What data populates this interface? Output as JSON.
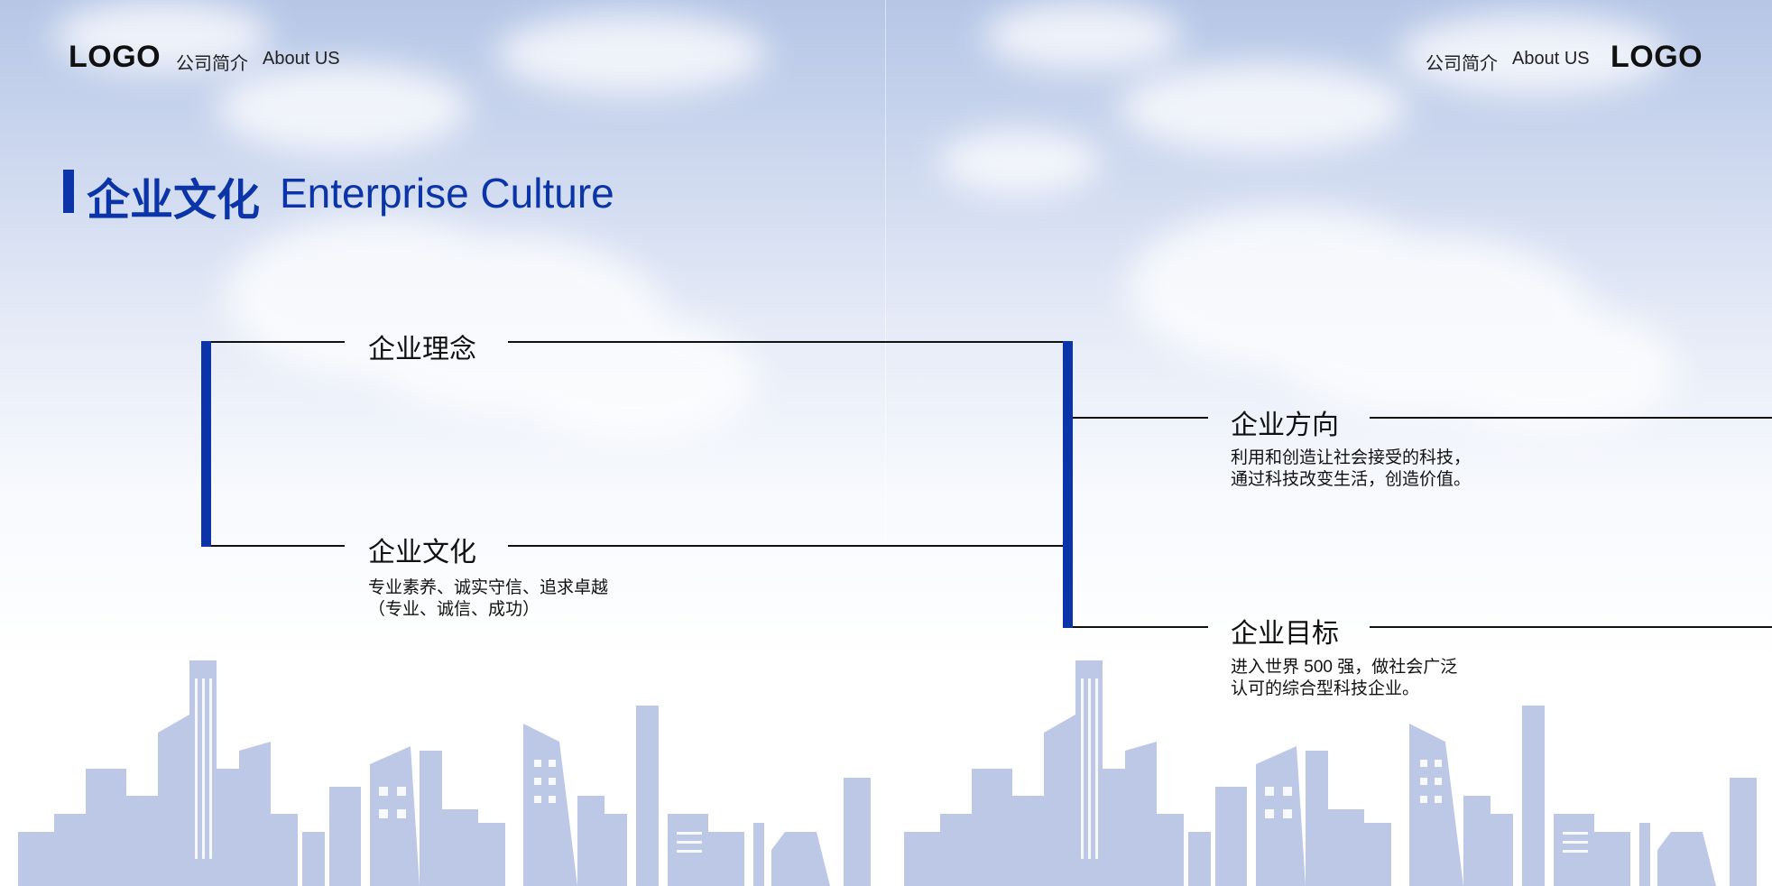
{
  "header": {
    "left_logo": "LOGO",
    "left_nav_cn": "公司简介",
    "left_nav_en": "About US",
    "right_nav_cn": "公司简介",
    "right_nav_en": "About US",
    "right_logo": "LOGO"
  },
  "section": {
    "title_cn": "企业文化",
    "title_en": "Enterprise Culture"
  },
  "nodes": {
    "philosophy": {
      "title": "企业理念"
    },
    "culture": {
      "title": "企业文化",
      "desc_line1": "专业素养、诚实守信、追求卓越",
      "desc_line2": "（专业、诚信、成功）"
    },
    "direction": {
      "title": "企业方向",
      "desc_line1": "利用和创造让社会接受的科技，",
      "desc_line2": "通过科技改变生活，创造价值。"
    },
    "goal": {
      "title": "企业目标",
      "desc_line1": "进入世界 500 强，做社会广泛",
      "desc_line2": "认可的综合型科技企业。"
    }
  },
  "colors": {
    "accent": "#0a34a8",
    "city_silhouette": "#bcc8e6",
    "line": "#111111"
  }
}
